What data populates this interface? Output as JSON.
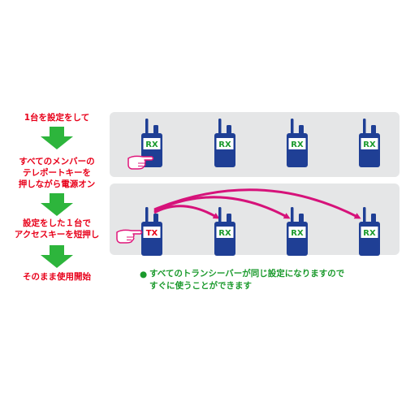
{
  "steps": [
    {
      "text": "1台を設定をして"
    },
    {
      "text": "すべてのメンバーの\nテレポートキーを\n押しながら電源オン"
    },
    {
      "text": "設定をした１台で\nアクセスキーを短押し"
    },
    {
      "text": "そのまま使用開始"
    }
  ],
  "radios_top": [
    {
      "label": "RX",
      "icon": "radio-icon",
      "hand": true
    },
    {
      "label": "RX",
      "icon": "radio-icon"
    },
    {
      "label": "RX",
      "icon": "radio-icon"
    },
    {
      "label": "RX",
      "icon": "radio-icon"
    }
  ],
  "radios_bottom": [
    {
      "label": "TX",
      "icon": "radio-icon",
      "hand": true
    },
    {
      "label": "RX",
      "icon": "radio-icon"
    },
    {
      "label": "RX",
      "icon": "radio-icon"
    },
    {
      "label": "RX",
      "icon": "radio-icon"
    }
  ],
  "note": {
    "bullet": "●",
    "lines": [
      "すべてのトランシーバーが同じ設定になりますので",
      "すぐに使うことができます"
    ]
  },
  "colors": {
    "step_text": "#e8001a",
    "arrow": "#2db53c",
    "radio_body": "#1f3f95",
    "rx_label": "#1a9a2c",
    "tx_label": "#e8001a",
    "signal_arrow": "#d6127a",
    "note_text": "#1a9a2c",
    "panel": "#e5e6e7"
  }
}
